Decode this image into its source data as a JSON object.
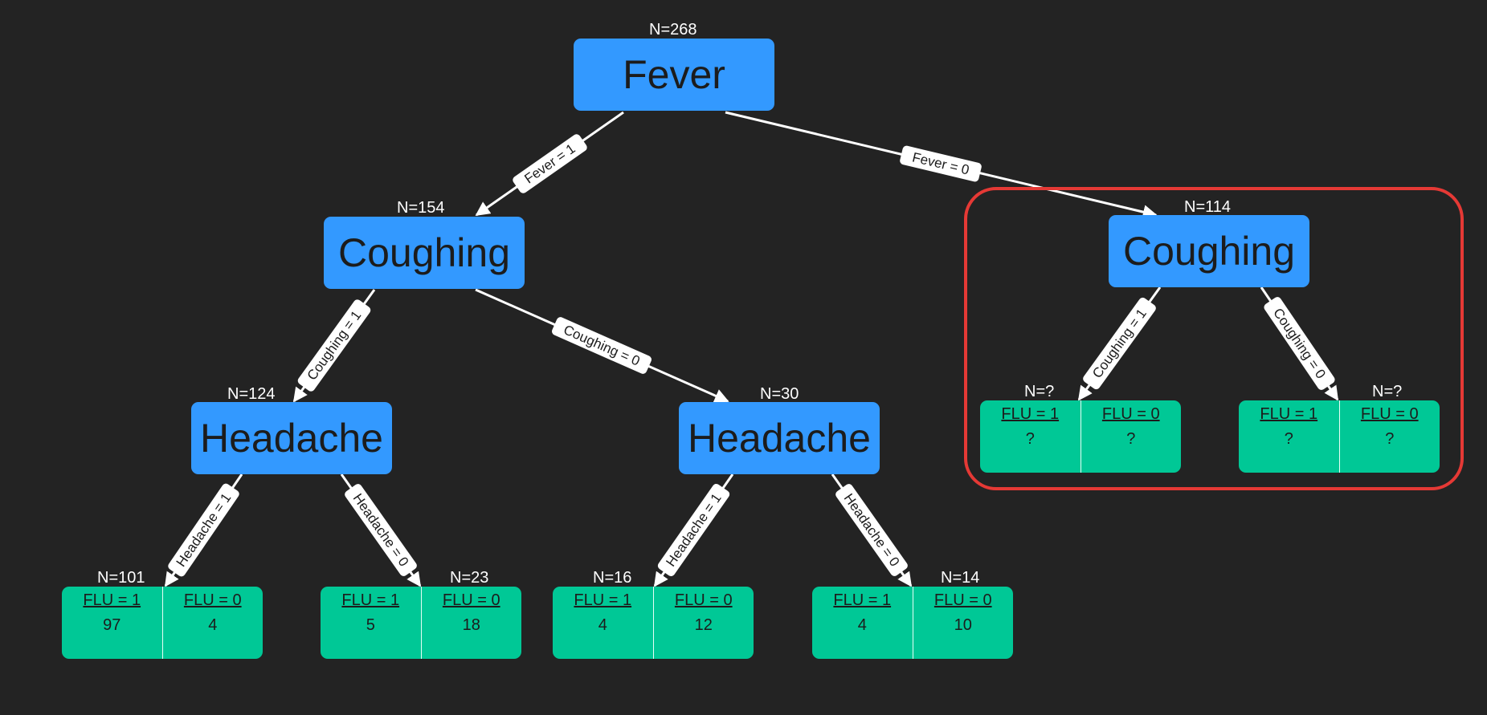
{
  "colors": {
    "background": "#232323",
    "decision_node": "#3399ff",
    "leaf_node": "#00c896",
    "edge": "#ffffff",
    "highlight_box": "#e53935"
  },
  "nodes": {
    "root": {
      "label": "Fever",
      "count": "N=268"
    },
    "cough_left": {
      "label": "Coughing",
      "count": "N=154"
    },
    "cough_right": {
      "label": "Coughing",
      "count": "N=114"
    },
    "head_left": {
      "label": "Headache",
      "count": "N=124"
    },
    "head_mid": {
      "label": "Headache",
      "count": "N=30"
    }
  },
  "edges": [
    {
      "label": "Fever = 1"
    },
    {
      "label": "Fever = 0"
    },
    {
      "label": "Coughing = 1"
    },
    {
      "label": "Coughing = 0"
    },
    {
      "label": "Headache = 1"
    },
    {
      "label": "Headache = 0"
    },
    {
      "label": "Headache = 1"
    },
    {
      "label": "Headache = 0"
    },
    {
      "label": "Coughing = 1"
    },
    {
      "label": "Coughing = 0"
    }
  ],
  "leaves": [
    {
      "count": "N=101",
      "flu1_label": "FLU = 1",
      "flu1": "97",
      "flu0_label": "FLU = 0",
      "flu0": "4"
    },
    {
      "count": "N=23",
      "flu1_label": "FLU = 1",
      "flu1": "5",
      "flu0_label": "FLU = 0",
      "flu0": "18"
    },
    {
      "count": "N=16",
      "flu1_label": "FLU = 1",
      "flu1": "4",
      "flu0_label": "FLU = 0",
      "flu0": "12"
    },
    {
      "count": "N=14",
      "flu1_label": "FLU = 1",
      "flu1": "4",
      "flu0_label": "FLU = 0",
      "flu0": "10"
    },
    {
      "count": "N=?",
      "flu1_label": "FLU = 1",
      "flu1": "?",
      "flu0_label": "FLU = 0",
      "flu0": "?"
    },
    {
      "count": "N=?",
      "flu1_label": "FLU = 1",
      "flu1": "?",
      "flu0_label": "FLU = 0",
      "flu0": "?"
    }
  ]
}
